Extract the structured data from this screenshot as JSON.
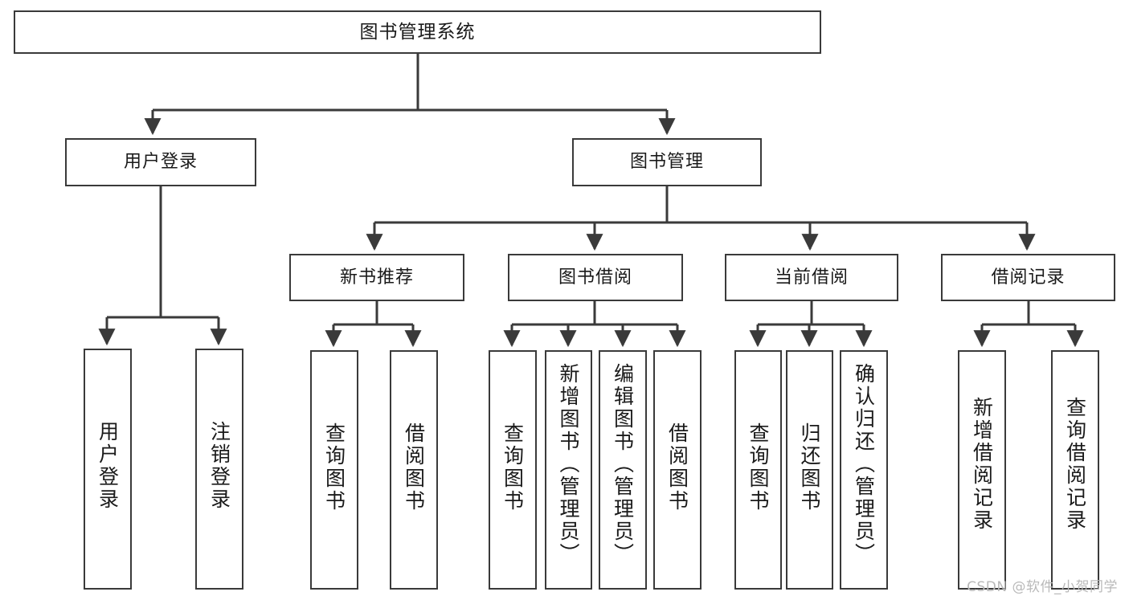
{
  "diagram": {
    "title": "图书管理系统",
    "watermark": "CSDN @软件_小贺同学",
    "accent_color": "#3a3a3a",
    "background_color": "#ffffff",
    "levels": {
      "level1": [
        {
          "id": "user-login",
          "label": "用户登录"
        },
        {
          "id": "book-manage",
          "label": "图书管理"
        }
      ],
      "level2": [
        {
          "id": "new-book-recommend",
          "label": "新书推荐"
        },
        {
          "id": "book-borrow",
          "label": "图书借阅"
        },
        {
          "id": "current-borrow",
          "label": "当前借阅"
        },
        {
          "id": "borrow-record",
          "label": "借阅记录"
        }
      ],
      "leaves": {
        "user_login": [
          {
            "id": "leaf-user-login",
            "label": "用户登录"
          },
          {
            "id": "leaf-logout-login",
            "label": "注销登录"
          }
        ],
        "new_book_recommend": [
          {
            "id": "leaf-query-book-1",
            "label": "查询图书"
          },
          {
            "id": "leaf-borrow-book-1",
            "label": "借阅图书"
          }
        ],
        "book_borrow": [
          {
            "id": "leaf-query-book-2",
            "label": "查询图书"
          },
          {
            "id": "leaf-add-book",
            "label": "新增图书（管理员）"
          },
          {
            "id": "leaf-edit-book",
            "label": "编辑图书（管理员）"
          },
          {
            "id": "leaf-borrow-book-2",
            "label": "借阅图书"
          }
        ],
        "current_borrow": [
          {
            "id": "leaf-query-book-3",
            "label": "查询图书"
          },
          {
            "id": "leaf-return-book",
            "label": "归还图书"
          },
          {
            "id": "leaf-confirm-return",
            "label": "确认归还（管理员）"
          }
        ],
        "borrow_record": [
          {
            "id": "leaf-add-record",
            "label": "新增借阅记录"
          },
          {
            "id": "leaf-query-record",
            "label": "查询借阅记录"
          }
        ]
      }
    }
  }
}
